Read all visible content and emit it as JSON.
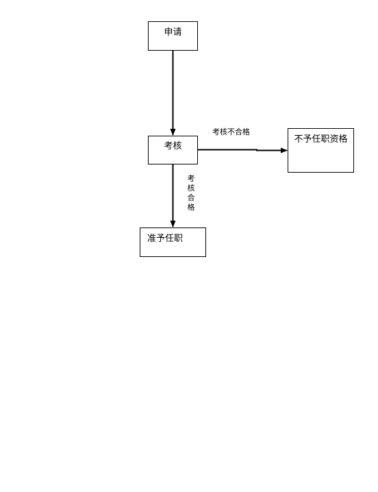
{
  "nodes": {
    "apply": "申请",
    "review": "考核",
    "reject": "不予任职资格",
    "approve": "准予任职"
  },
  "edges": {
    "fail": "考核不合格",
    "pass": "考核合格"
  },
  "colors": {
    "line": "#000000",
    "background": "#ffffff"
  }
}
